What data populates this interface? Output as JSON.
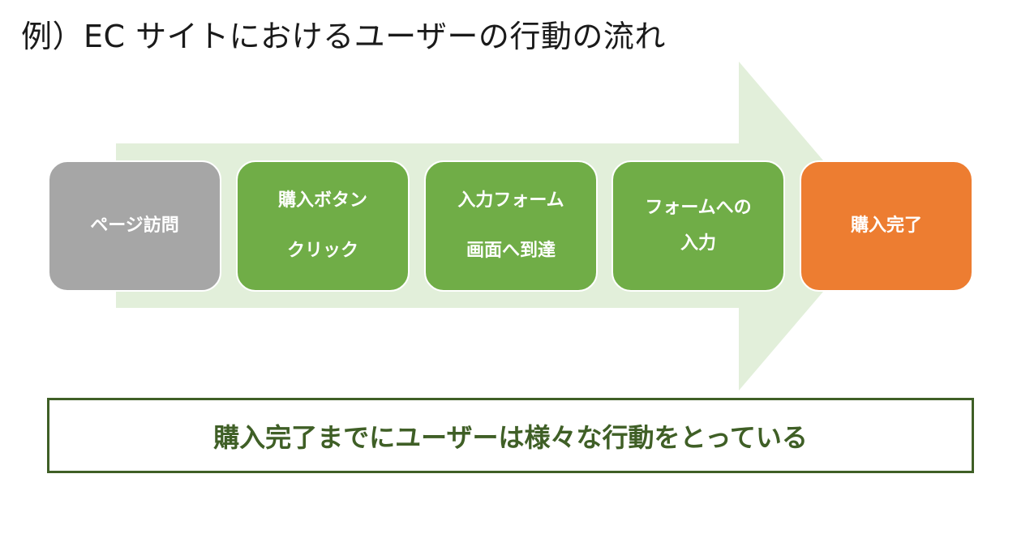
{
  "title": "例）EC サイトにおけるユーザーの行動の流れ",
  "colors": {
    "arrow": "#e2efda",
    "gray_step": "#a6a6a6",
    "green_step": "#70ad47",
    "orange_step": "#ed7d31",
    "summary_border": "#3f5f26",
    "summary_text": "#3f5f26"
  },
  "steps": [
    {
      "lines": [
        "ページ訪問"
      ],
      "color": "gray"
    },
    {
      "lines": [
        "購入ボタン",
        "クリック"
      ],
      "color": "green"
    },
    {
      "lines": [
        "入力フォーム",
        "画面へ到達"
      ],
      "color": "green"
    },
    {
      "lines": [
        "フォームへの",
        "入力"
      ],
      "color": "green"
    },
    {
      "lines": [
        "購入完了"
      ],
      "color": "orange"
    }
  ],
  "summary": "購入完了までにユーザーは様々な行動をとっている"
}
